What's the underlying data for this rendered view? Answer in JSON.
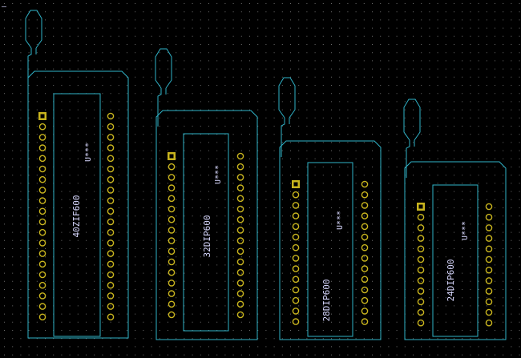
{
  "colors": {
    "background": "#000000",
    "grid_dot": "#6b6b6b",
    "outline": "#2fb3c8",
    "pad_ring": "#c8b41e",
    "pad_hole": "#000000",
    "text": "#d8d8ff"
  },
  "cursor": {
    "label": "—"
  },
  "footprints": [
    {
      "name": "40ZIF600",
      "ref": "U***",
      "pins_per_side": 20
    },
    {
      "name": "32DIP600",
      "ref": "U***",
      "pins_per_side": 16
    },
    {
      "name": "28DIP600",
      "ref": "U***",
      "pins_per_side": 14
    },
    {
      "name": "24DIP600",
      "ref": "U***",
      "pins_per_side": 12
    }
  ]
}
